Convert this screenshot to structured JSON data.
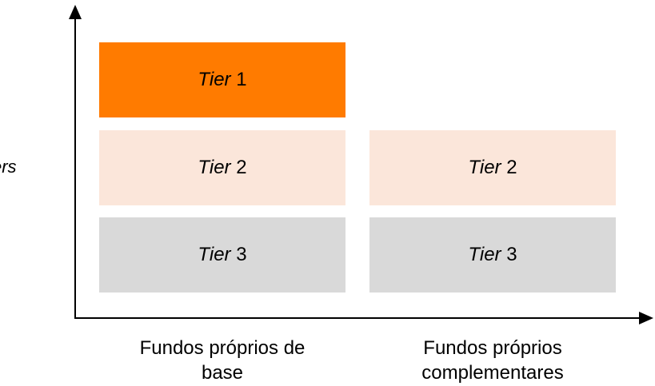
{
  "y_axis_label": "ers",
  "columns": [
    {
      "label_line1": "Fundos próprios de",
      "label_line2": "base",
      "tiers": [
        {
          "word": "Tier",
          "number": "1"
        },
        {
          "word": "Tier",
          "number": "2"
        },
        {
          "word": "Tier",
          "number": "3"
        }
      ]
    },
    {
      "label_line1": "Fundos próprios",
      "label_line2": "complementares",
      "tiers": [
        {
          "word": "Tier",
          "number": "2"
        },
        {
          "word": "Tier",
          "number": "3"
        }
      ]
    }
  ],
  "colors": {
    "tier_1": "#ff7b00",
    "tier_2": "#fbe6da",
    "tier_3": "#d9d9d9",
    "axis": "#000000"
  }
}
